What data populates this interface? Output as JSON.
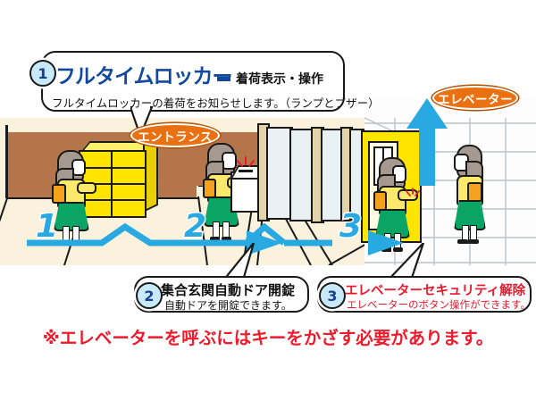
{
  "diagram": {
    "title_number": "1",
    "title_main": "フルタイムロッカー",
    "title_sub": "着荷表示・操作",
    "title_desc": "フルタイムロッカーの着荷をお知らせします。（ランプとブザー）",
    "tags": {
      "entrance": "エントランス",
      "elevator": "エレベーター"
    },
    "steps": [
      {
        "num": "1",
        "label": "1"
      },
      {
        "num": "2",
        "label": "2"
      },
      {
        "num": "3",
        "label": "3"
      }
    ],
    "callout2": {
      "number": "2",
      "title": "集合玄関自動ドア開錠",
      "sub": "自動ドアを開錠できます。"
    },
    "callout3": {
      "number": "3",
      "title": "エレベーターセキュリティ解除",
      "sub": "エレベーターのボタン操作ができます。"
    },
    "footnote": "※エレベーターを呼ぶにはキーをかざす必要があります。",
    "colors": {
      "accent_blue": "#29a9e1",
      "title_blue": "#12499e",
      "tag_orange": "#ea7112",
      "alert_red": "#ef1b2c",
      "locker_yellow": "#ffe400",
      "wall_brown": "#b5754a",
      "floor_cream": "#fbf2de",
      "skirt_green": "#0aa564"
    }
  }
}
